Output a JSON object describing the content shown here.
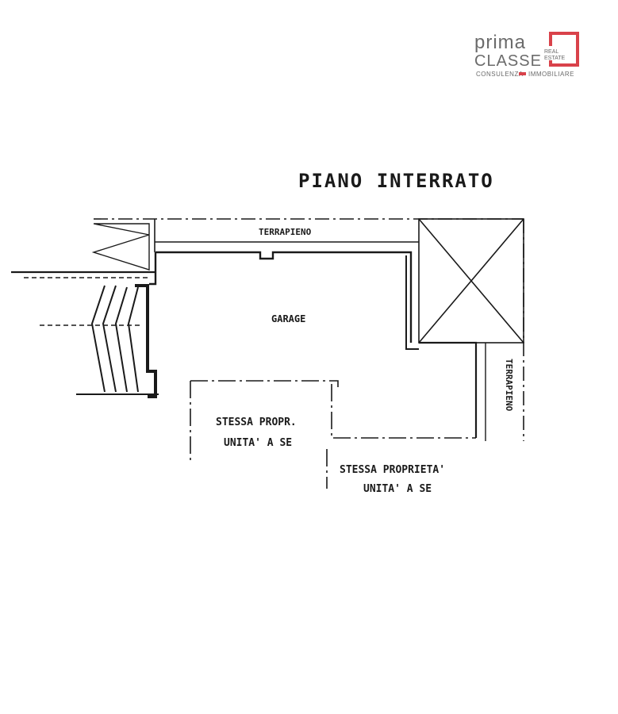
{
  "logo": {
    "line1": "prima",
    "line2": "CLASSE",
    "badge_top": "REAL",
    "badge_bottom": "ESTATE",
    "tagline_left": "CONSULENZA",
    "tagline_right": "IMMOBILIARE",
    "color_grey": "#6b6b6b",
    "color_red": "#d9424a"
  },
  "plan": {
    "title": "PIANO INTERRATO",
    "label_terrapieno_top": "TERRAPIENO",
    "label_terrapieno_right": "TERRAPIENO",
    "label_garage": "GARAGE",
    "label_left_unit_line1": "STESSA PROPR.",
    "label_left_unit_line2": "UNITA' A SE",
    "label_bottom_unit_line1": "STESSA PROPRIETA'",
    "label_bottom_unit_line2": "UNITA' A SE",
    "ink_color": "#1a1a1a"
  }
}
